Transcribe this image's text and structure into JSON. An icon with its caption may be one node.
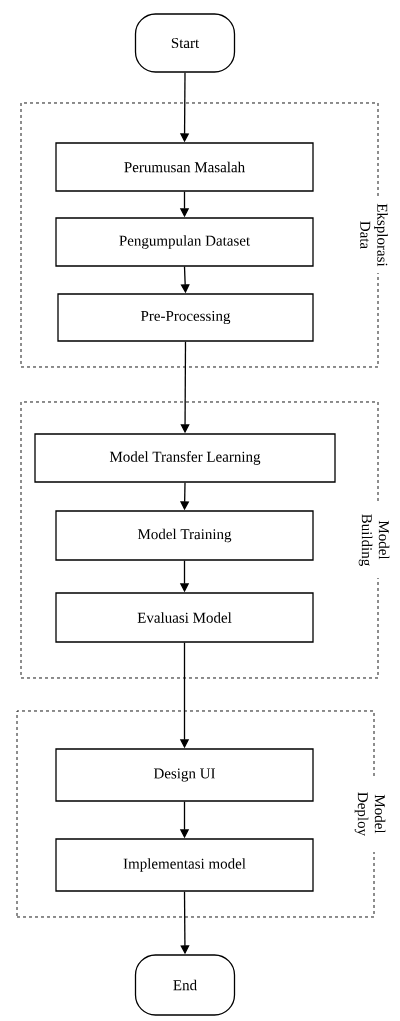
{
  "diagram": {
    "nodes": [
      {
        "text": [
          "Start"
        ]
      },
      {
        "text": [
          "Eksplorasi Data"
        ]
      },
      {
        "text": [
          "Perumusan Masalah"
        ],
        "in": 1
      },
      {
        "text": [
          "Pengumpulan Dataset"
        ],
        "in": 1
      },
      {
        "text": [
          "Pre-Processing"
        ],
        "in": 1
      },
      {
        "text": [
          "Model Building"
        ]
      },
      {
        "text": [
          "Model Transfer Learning"
        ],
        "in": 5
      },
      {
        "text": [
          "Model Training"
        ],
        "in": 5
      },
      {
        "text": [
          "Evaluasi Model"
        ],
        "in": 5
      },
      {
        "text": [
          "Model Deploy"
        ]
      },
      {
        "text": [
          "Design UI"
        ],
        "in": 9
      },
      {
        "text": [
          "Implementasi model"
        ],
        "in": 9
      },
      {
        "text": [
          "End"
        ]
      }
    ],
    "edges": [
      {
        "from": 0,
        "to": 2,
        "arrow": "to"
      },
      {
        "from": 2,
        "to": 3,
        "arrow": "to"
      },
      {
        "from": 3,
        "to": 4,
        "arrow": "to"
      },
      {
        "from": 4,
        "to": 6,
        "arrow": "to"
      },
      {
        "from": 6,
        "to": 7,
        "arrow": "to"
      },
      {
        "from": 7,
        "to": 8,
        "arrow": "to"
      },
      {
        "from": 8,
        "to": 10,
        "arrow": "to"
      },
      {
        "from": 10,
        "to": 11,
        "arrow": "to"
      },
      {
        "from": 11,
        "to": 12,
        "arrow": "to"
      }
    ]
  }
}
